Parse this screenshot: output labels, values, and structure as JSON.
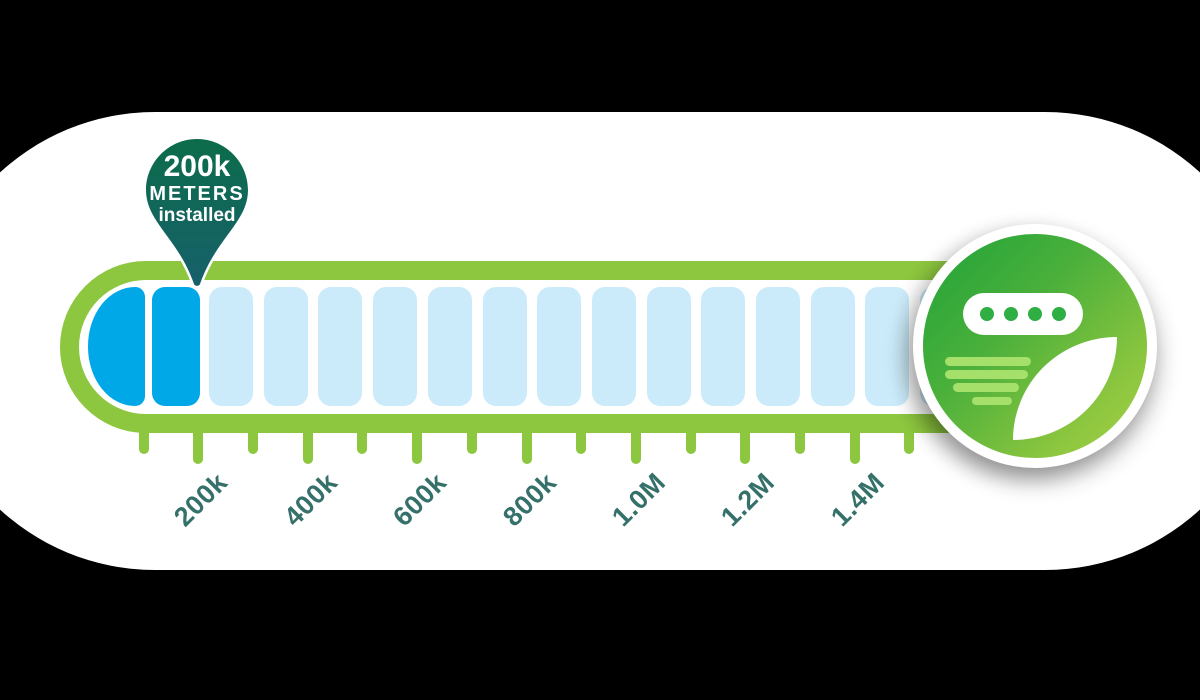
{
  "marker": {
    "value": "200k",
    "unit_label": "METERS",
    "status_label": "installed"
  },
  "chart_data": {
    "type": "progress",
    "title": "200k METERS installed",
    "value": 200000,
    "value_label": "200k",
    "axis_tick_labels": [
      "200k",
      "400k",
      "600k",
      "800k",
      "1.0M",
      "1.2M",
      "1.4M"
    ],
    "axis_max": 1500000,
    "segment_size": 100000,
    "segments_total": 18,
    "segments_filled": 2,
    "ticks_total": 15,
    "legend_position": "none",
    "grid": false
  },
  "badge": {
    "icon": "smart-meter-leaf-icon",
    "display_dots": 4
  },
  "icons": {
    "marker_pin": "location-pin-icon",
    "leaf": "leaf-icon",
    "meter_display": "meter-display-icon"
  },
  "colors": {
    "green": "#8DC63F",
    "blue": "#00A8E8",
    "lightBlue": "#CBEBFA",
    "labelTeal": "#35716A",
    "pinTop": "#0C6C4A",
    "pinBottom": "#17606B",
    "dotGreen": "#2FAE44",
    "lineGreen": "#A5E06A"
  }
}
